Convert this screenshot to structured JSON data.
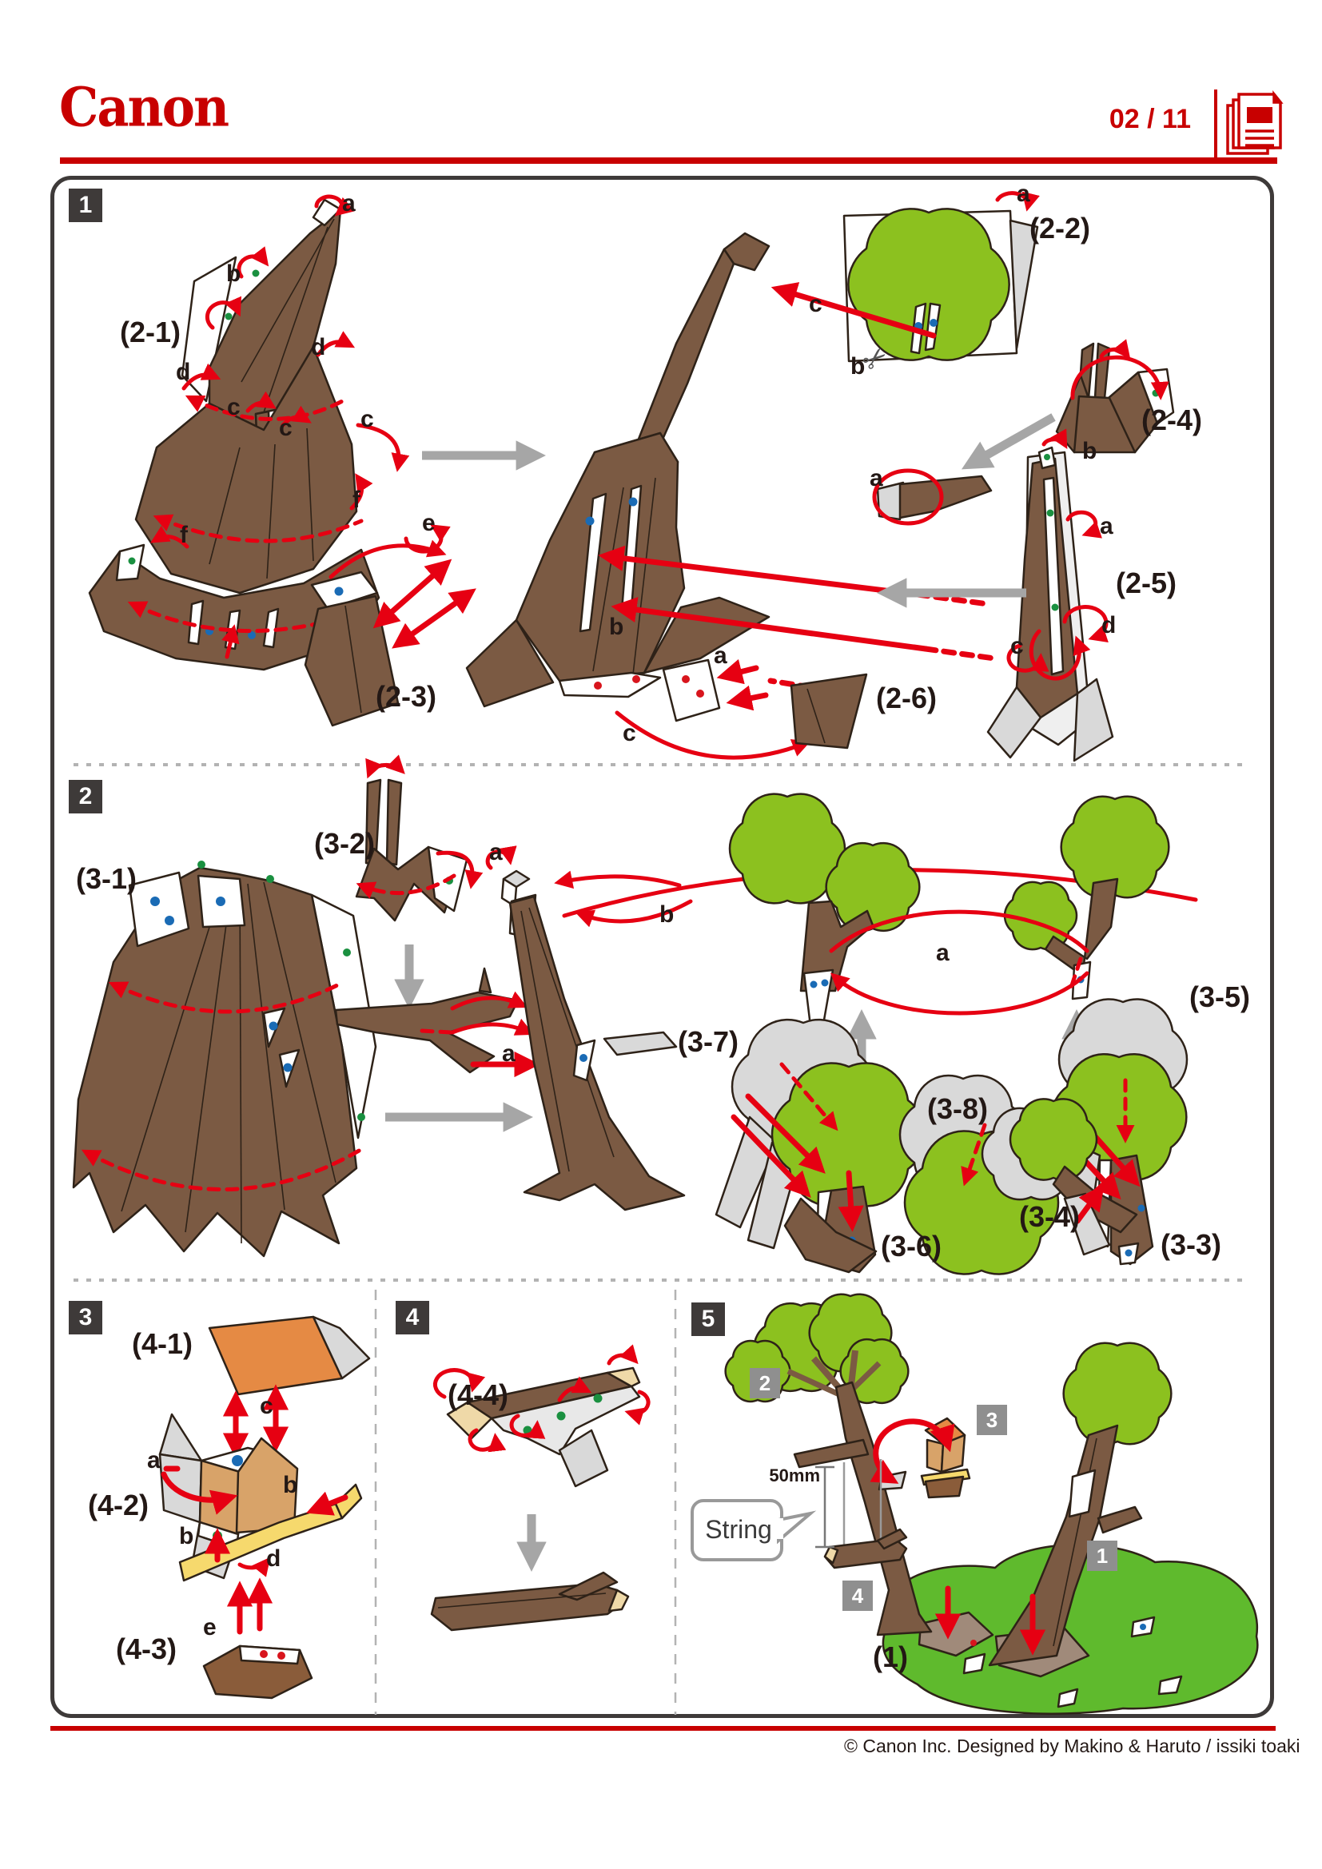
{
  "header": {
    "logo_text": "Canon",
    "page_indicator": "02 / 11"
  },
  "footer": {
    "credit": "© Canon Inc. Designed by Makino & Haruto / issiki toaki"
  },
  "icons": {
    "scissors": "✂",
    "pages_icon": "document-stack-icon"
  },
  "colors": {
    "canon_red": "#c80000",
    "arrow_red": "#e60012",
    "trunk_brown": "#7b5a43",
    "foliage_green": "#8cc11f",
    "base_green": "#5fba2d",
    "backing_gray": "#d9d9d9",
    "roof_orange": "#e58a44",
    "house_tan": "#d8a369",
    "perch_yellow": "#f6d96d",
    "badge_dark": "#3e3a39",
    "badge_gray": "#8f8f8f"
  },
  "steps": {
    "step1": {
      "badge": "1",
      "parts": {
        "p2_1": "(2-1)",
        "p2_2": "(2-2)",
        "p2_3": "(2-3)",
        "p2_4": "(2-4)",
        "p2_5": "(2-5)",
        "p2_6": "(2-6)"
      },
      "tabs": {
        "a1": "a",
        "b1": "b",
        "d1": "d",
        "d2": "d",
        "c1": "c",
        "c2": "c",
        "c3": "c",
        "f1": "f",
        "f2": "f",
        "e1": "e",
        "a2": "a",
        "b2": "b",
        "c4": "c",
        "b3": "b",
        "a3": "a",
        "c5": "c",
        "a4": "a",
        "b4": "b",
        "a5": "a",
        "d3": "d",
        "c6": "c"
      }
    },
    "step2": {
      "badge": "2",
      "parts": {
        "p3_1": "(3-1)",
        "p3_2": "(3-2)",
        "p3_3": "(3-3)",
        "p3_4": "(3-4)",
        "p3_5": "(3-5)",
        "p3_6": "(3-6)",
        "p3_7": "(3-7)",
        "p3_8": "(3-8)"
      },
      "tabs": {
        "a1": "a",
        "b1": "b",
        "a2": "a",
        "a3": "a"
      }
    },
    "step3": {
      "badge": "3",
      "parts": {
        "p4_1": "(4-1)",
        "p4_2": "(4-2)",
        "p4_3": "(4-3)"
      },
      "tabs": {
        "a1": "a",
        "b1": "b",
        "b2": "b",
        "c1": "c",
        "d1": "d",
        "e1": "e"
      }
    },
    "step4": {
      "badge": "4",
      "parts": {
        "p4_4": "(4-4)"
      }
    },
    "step5": {
      "badge": "5",
      "callout": "String",
      "measurement": "50mm",
      "base_label": "(1)",
      "ref_badges": {
        "r1": "1",
        "r2": "2",
        "r3": "3",
        "r4": "4"
      }
    }
  }
}
